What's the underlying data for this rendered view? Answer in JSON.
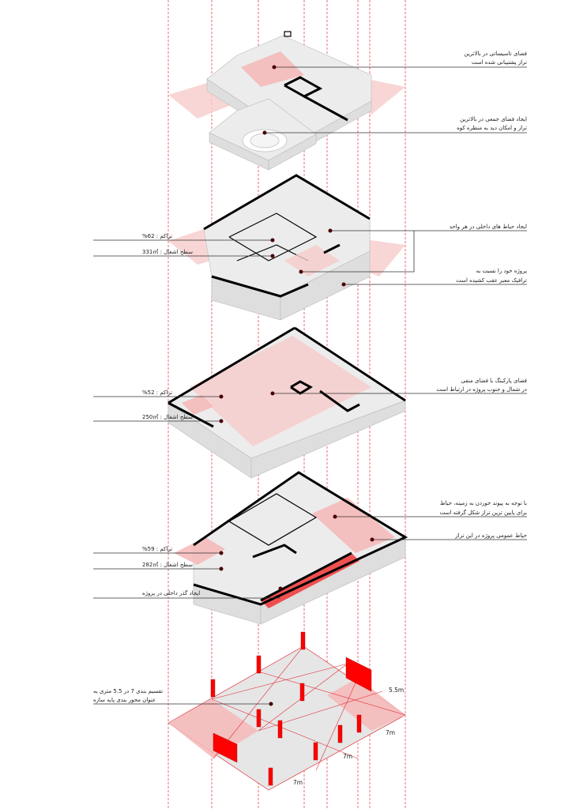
{
  "colors": {
    "accent": "#e0303a",
    "pink": "#f6b7b7",
    "slab": "#ececec"
  },
  "levels": {
    "roof": {
      "note1": [
        "فضای تاسیساتی در بالاترین",
        "تراز پشتیبانی شده است"
      ],
      "note2": [
        "ایجاد فضای جمعی در بالاترین",
        "تراز و امکان دید به منظره کوه"
      ]
    },
    "level2": {
      "density": "تراکم : 62%",
      "occupancy": "سطح اشغال : 331㎡",
      "note1": [
        "ایجاد حیاط های داخلی در هر واحد"
      ],
      "note2": [
        "پروژه خود را نسبت به",
        "ترافیک معبر عقب کشیده است"
      ]
    },
    "level3": {
      "density": "تراکم : 52%",
      "occupancy": "سطح اشغال : 250㎡",
      "note1": [
        "فضای پارکینگ با فضای منفی",
        "در شمال و جنوب پروژه در ارتباط است"
      ]
    },
    "level4": {
      "density": "تراکم : 59%",
      "occupancy": "سطح اشغال : 282㎡",
      "passage": "ایجاد گذر داخلی در پروژه",
      "note1": [
        "با توجه به پیوند خوردن به زمینه، حیاط",
        "برای پایین ترین تراز شکل گرفته است"
      ],
      "note2": [
        "حیاط عمومی پروژه در این تراز"
      ]
    },
    "grid": {
      "note": [
        "تقسیم بندی 7 در 5.5 متری به",
        "عنوان محور بندی پایه سازه"
      ],
      "dims": [
        "5.5m",
        "7m",
        "7m",
        "7m"
      ]
    }
  }
}
